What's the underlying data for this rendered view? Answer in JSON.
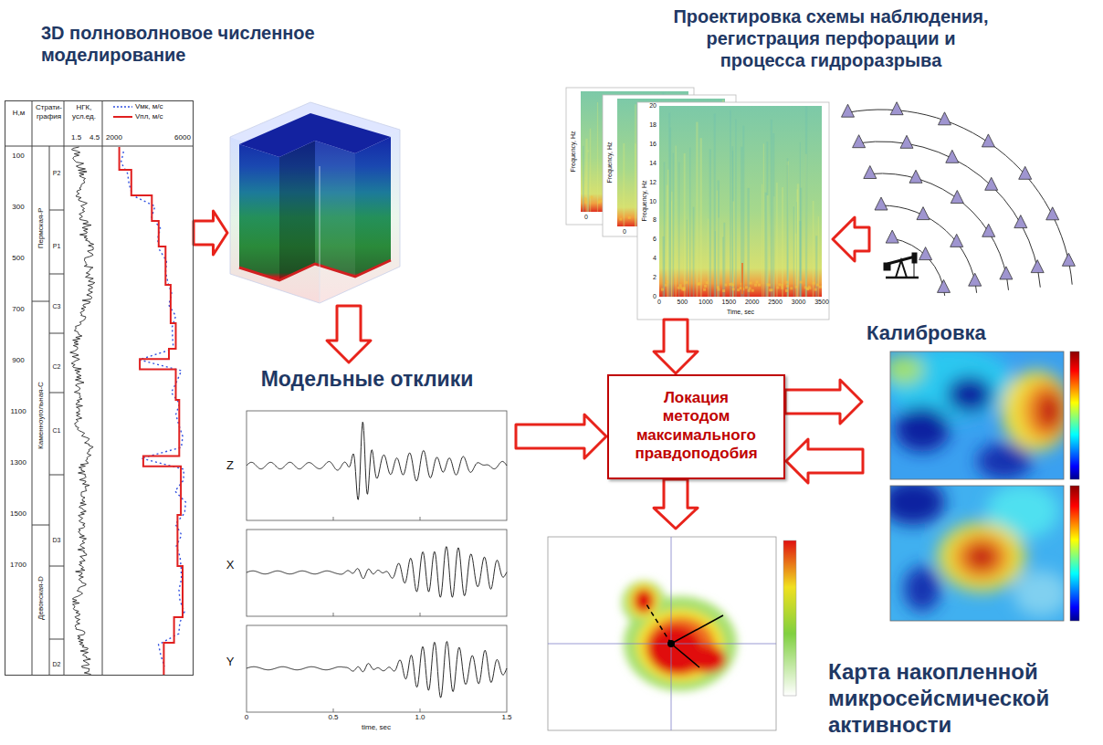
{
  "diagram": {
    "nodes": [
      {
        "text": [
          "Н,м",
          "Страти- графия",
          "НГК, усл.ед."
        ]
      },
      {
        "text": [
          "3D полноволновое численное моделирование"
        ]
      },
      {
        "text": [
          "Модельные отклики"
        ]
      },
      {
        "text": [
          "Проектировка схемы наблюдения, регистрация перфорации и процесса гидроразрыва"
        ]
      },
      {
        "text": [
          "Локация методом максимального правдоподобия"
        ]
      },
      {
        "text": [
          "Калибровка"
        ]
      },
      {
        "text": [
          "Карта накопленной микросейсмической активности"
        ]
      }
    ],
    "edges": [
      {
        "from": 0,
        "to": 1,
        "arrow": "to"
      },
      {
        "from": 1,
        "to": 2,
        "arrow": "to"
      },
      {
        "from": 2,
        "to": 4,
        "arrow": "to"
      },
      {
        "from": 3,
        "to": 4,
        "arrow": "to"
      },
      {
        "from": 4,
        "to": 5,
        "arrow": "to"
      },
      {
        "from": 5,
        "to": 4,
        "arrow": "to"
      },
      {
        "from": 4,
        "to": 6,
        "arrow": "to"
      }
    ],
    "labels": [
      "1.5",
      "4.5",
      "Vмк, м/с",
      "Vпл, м/с",
      "2000",
      "6000",
      "100",
      "300",
      "500",
      "700",
      "900",
      "1100",
      "1300",
      "1500",
      "1700",
      "Пермская-Р",
      "Каменноугольная-С",
      "Девонская-D",
      "P2",
      "P1",
      "C3",
      "C2",
      "C1",
      "D3",
      "D2",
      "Z",
      "X",
      "Y",
      "0",
      "0.5",
      "1.0",
      "1.5",
      "time, sec",
      "Frequency, Hz",
      "Frequency, Hz",
      "Frequency, Hz",
      "0",
      "0",
      "0",
      "2",
      "4",
      "6",
      "8",
      "10",
      "12",
      "14",
      "16",
      "18",
      "20",
      "0",
      "500",
      "1000",
      "1500",
      "2000",
      "2500",
      "3000",
      "3500",
      "Time, sec"
    ]
  }
}
